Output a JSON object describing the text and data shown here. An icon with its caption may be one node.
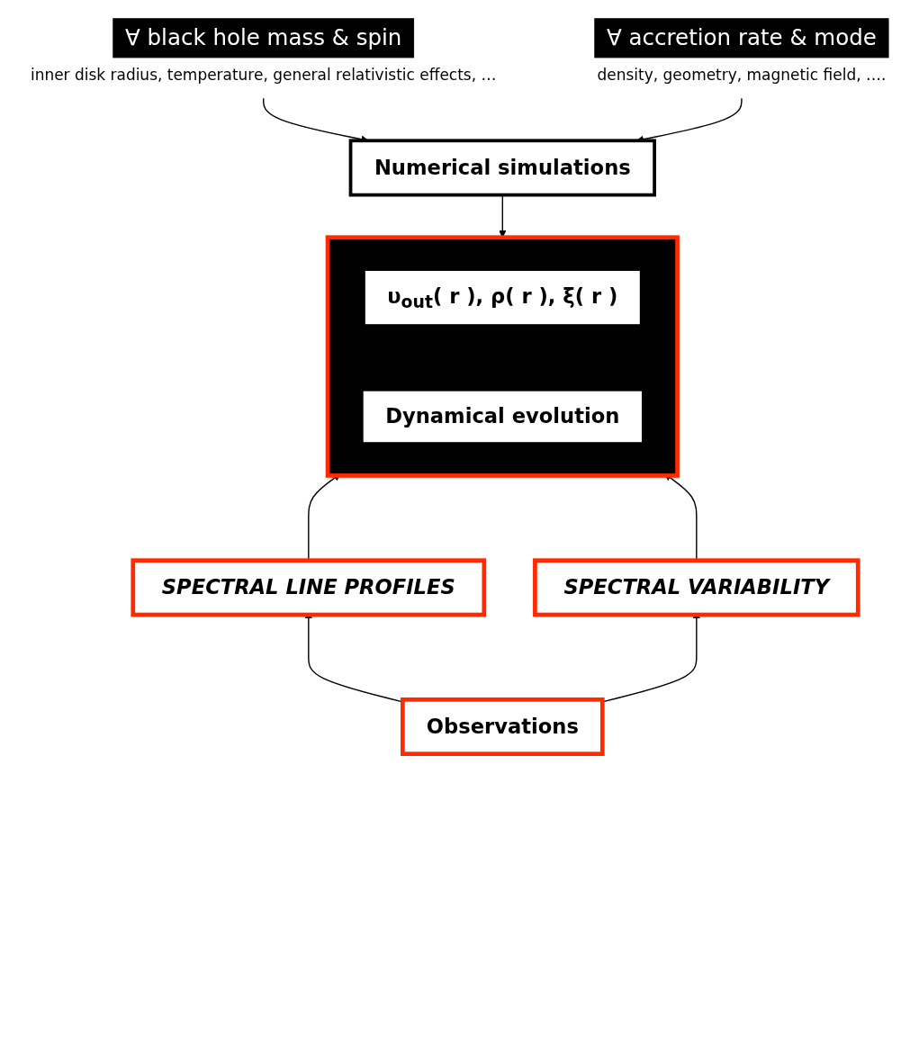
{
  "diagram": {
    "nodes": [
      {
        "text": [
          "∀ black hole mass & spin"
        ],
        "beside": [
          "inner disk radius, temperature, general relativistic effects, …"
        ]
      },
      {
        "text": [
          "∀ accretion rate & mode"
        ],
        "beside": [
          "density, geometry, magnetic field, …."
        ]
      },
      {
        "text": [
          "Numerical simulations"
        ]
      },
      {
        "text": [],
        "shape": "box"
      },
      {
        "text": [
          "υ$_{out}$( r ),  ρ( r ),  ξ( r )"
        ],
        "in": 3
      },
      {
        "text": [
          "Dynamical evolution"
        ],
        "in": 3
      },
      {
        "text": [
          "SPECTRAL LINE PROFILES"
        ]
      },
      {
        "text": [
          "SPECTRAL VARIABILITY"
        ]
      },
      {
        "text": [
          "Observations"
        ]
      }
    ],
    "edges": [
      {
        "from": 0,
        "to": 2,
        "arrow": "to"
      },
      {
        "from": 1,
        "to": 2,
        "arrow": "to"
      },
      {
        "from": 2,
        "to": 3,
        "arrow": "to"
      },
      {
        "from": 6,
        "to": 3,
        "arrow": "to"
      },
      {
        "from": 7,
        "to": 3,
        "arrow": "to"
      },
      {
        "from": 8,
        "to": 6,
        "arrow": "to"
      },
      {
        "from": 8,
        "to": 7,
        "arrow": "to"
      }
    ]
  }
}
